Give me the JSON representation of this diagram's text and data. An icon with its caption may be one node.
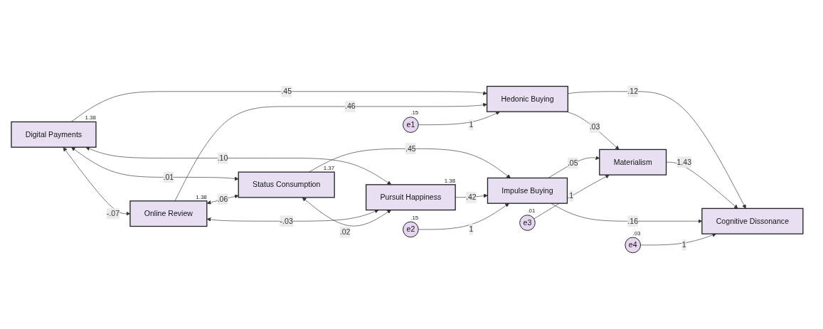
{
  "diagram": {
    "nodes": [
      {
        "text": [
          "Digital Payments"
        ],
        "beside": [
          "1.38"
        ]
      },
      {
        "text": [
          "Online Review"
        ],
        "beside": [
          "1.38"
        ]
      },
      {
        "text": [
          "Status Consumption"
        ],
        "beside": [
          "1.37"
        ]
      },
      {
        "text": [
          "Pursuit Happiness"
        ],
        "beside": [
          "1.38"
        ]
      },
      {
        "text": [
          "e1"
        ],
        "beside": [
          ".15"
        ]
      },
      {
        "text": [
          "Hedonic Buying"
        ]
      },
      {
        "text": [
          "e2"
        ],
        "beside": [
          ".15"
        ]
      },
      {
        "text": [
          "Impulse Buying"
        ]
      },
      {
        "text": [
          "e3"
        ],
        "beside": [
          ".01"
        ]
      },
      {
        "text": [
          "Materialism"
        ]
      },
      {
        "text": [
          "e4"
        ],
        "beside": [
          ".03"
        ]
      },
      {
        "text": [
          "Cognitive Dissonance"
        ]
      }
    ],
    "edges": [
      {
        "from": 0,
        "to": 1,
        "arrow": "both",
        "label": "-.07"
      },
      {
        "from": 0,
        "to": 2,
        "arrow": "both",
        "label": ".01"
      },
      {
        "from": 0,
        "to": 3,
        "arrow": "both",
        "label": ".10"
      },
      {
        "from": 1,
        "to": 2,
        "arrow": "both",
        "label": ".06"
      },
      {
        "from": 1,
        "to": 3,
        "arrow": "both",
        "label": "-.03"
      },
      {
        "from": 2,
        "to": 3,
        "arrow": "both",
        "label": ".02"
      },
      {
        "from": 0,
        "to": 5,
        "arrow": "to",
        "label": ".45"
      },
      {
        "from": 1,
        "to": 5,
        "arrow": "to",
        "label": ".46"
      },
      {
        "from": 4,
        "to": 5,
        "arrow": "to",
        "label": "1"
      },
      {
        "from": 2,
        "to": 7,
        "arrow": "to",
        "label": ".45"
      },
      {
        "from": 3,
        "to": 7,
        "arrow": "to",
        "label": ".42"
      },
      {
        "from": 6,
        "to": 7,
        "arrow": "to",
        "label": "1"
      },
      {
        "from": 5,
        "to": 9,
        "arrow": "to",
        "label": ".03"
      },
      {
        "from": 7,
        "to": 9,
        "arrow": "to",
        "label": ".05"
      },
      {
        "from": 8,
        "to": 9,
        "arrow": "to",
        "label": "1"
      },
      {
        "from": 5,
        "to": 11,
        "arrow": "to",
        "label": ".12"
      },
      {
        "from": 9,
        "to": 11,
        "arrow": "to",
        "label": "1.43"
      },
      {
        "from": 7,
        "to": 11,
        "arrow": "to",
        "label": ".16"
      },
      {
        "from": 10,
        "to": 11,
        "arrow": "to",
        "label": "1"
      }
    ]
  }
}
